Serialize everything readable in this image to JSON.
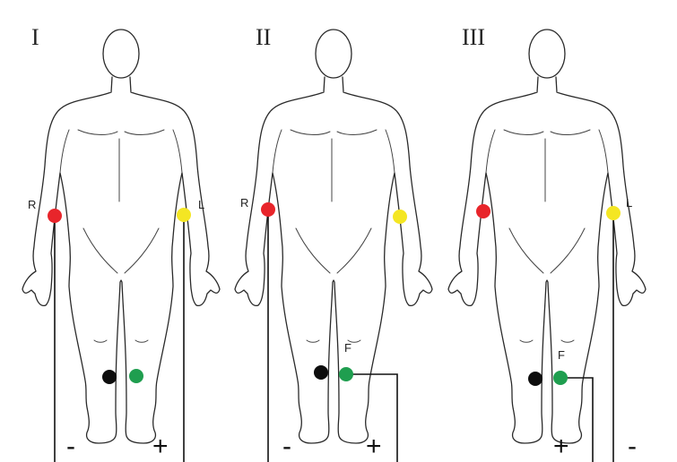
{
  "panels": [
    {
      "id": "I",
      "title": "I",
      "lead_labels": {
        "right_arm": "R",
        "left_arm": "L",
        "leg": ""
      },
      "negative_sign": "-",
      "positive_sign": "+"
    },
    {
      "id": "II",
      "title": "II",
      "lead_labels": {
        "right_arm": "R",
        "left_arm": "",
        "leg": "F"
      },
      "negative_sign": "-",
      "positive_sign": "+"
    },
    {
      "id": "III",
      "title": "III",
      "lead_labels": {
        "right_arm": "",
        "left_arm": "L",
        "leg": "F"
      },
      "negative_sign": "-",
      "positive_sign": "+"
    }
  ],
  "electrode_colors": {
    "right_arm": "#e8252b",
    "left_arm": "#f4e623",
    "right_leg": "#0d0d0d",
    "left_leg": "#1f9e4f"
  }
}
